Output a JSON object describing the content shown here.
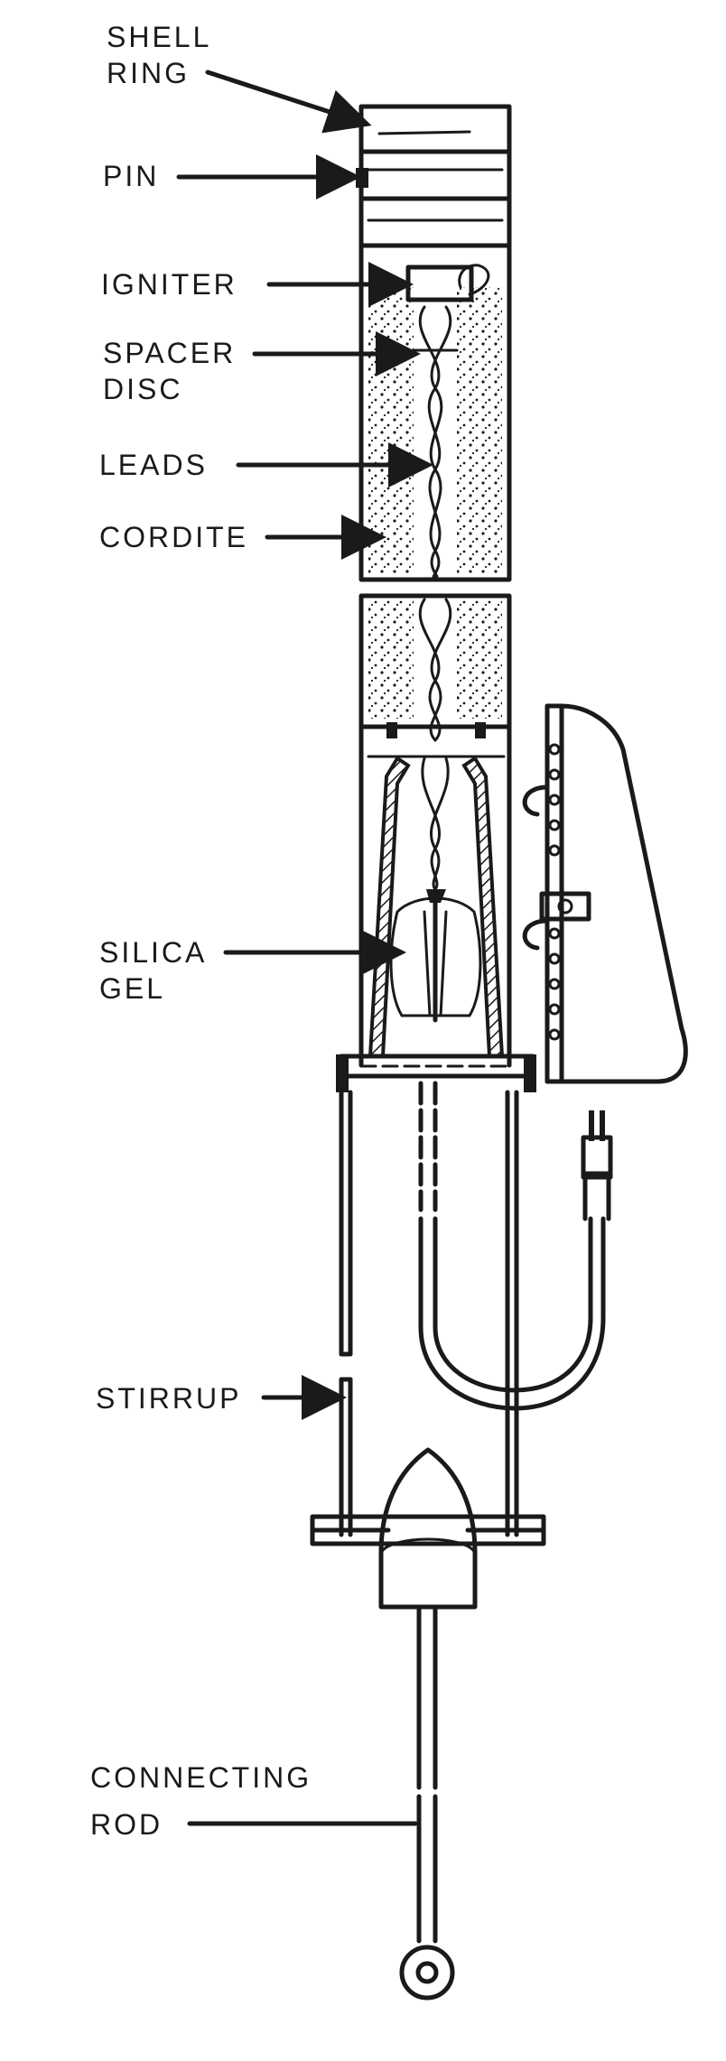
{
  "labels": {
    "shell_ring": [
      "SHELL",
      "RING"
    ],
    "pin": "PIN",
    "igniter": "IGNITER",
    "spacer_disc": [
      "SPACER",
      "DISC"
    ],
    "leads": "LEADS",
    "cordite": "CORDITE",
    "silica_gel": [
      "SILICA",
      "GEL"
    ],
    "stirrup": "STIRRUP",
    "connecting_rod": [
      "CONNECTING",
      "ROD"
    ]
  }
}
